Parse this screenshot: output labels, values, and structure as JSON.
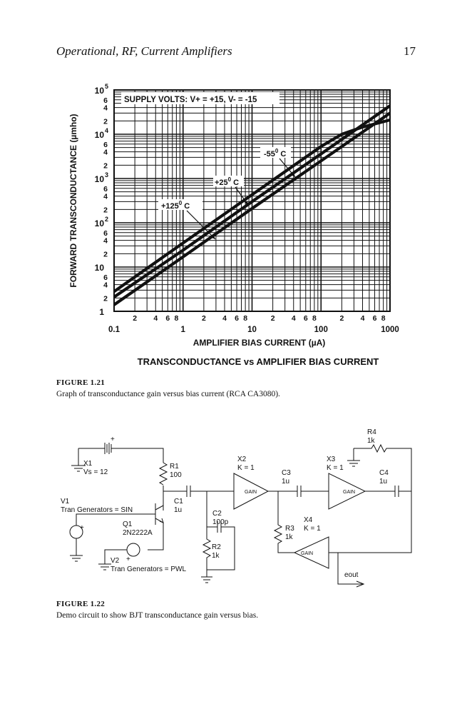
{
  "header": {
    "running_title": "Operational, RF, Current Amplifiers",
    "page_number": "17"
  },
  "figure1": {
    "label": "FIGURE 1.21",
    "caption": "Graph of transconductance gain versus bias current (RCA CA3080).",
    "chart_data": {
      "type": "line",
      "title": "TRANSCONDUCTANCE vs AMPLIFIER BIAS CURRENT",
      "subtitle": "SUPPLY VOLTS: V+ = +15, V- = -15",
      "xlabel": "AMPLIFIER BIAS CURRENT (µA)",
      "ylabel": "FORWARD TRANSCONDUCTANCE (µmho)",
      "xscale": "log",
      "yscale": "log",
      "xlim": [
        0.1,
        1000
      ],
      "ylim": [
        1,
        100000
      ],
      "grid": true,
      "x_major_ticks": [
        "0.1",
        "1",
        "10",
        "100",
        "1000"
      ],
      "x_minor_ticks": [
        "2",
        "4",
        "6",
        "8"
      ],
      "y_major_ticks": [
        {
          "base": "1",
          "exp": ""
        },
        {
          "base": "10",
          "exp": ""
        },
        {
          "base": "10",
          "exp": "2"
        },
        {
          "base": "10",
          "exp": "3"
        },
        {
          "base": "10",
          "exp": "4"
        },
        {
          "base": "10",
          "exp": "5"
        }
      ],
      "y_minor_ticks": [
        "2",
        "4",
        "6"
      ],
      "series": [
        {
          "name": "-55° C",
          "label_base": "-55",
          "x": [
            0.1,
            1,
            10,
            100,
            200,
            400,
            1000
          ],
          "y": [
            2.8,
            35,
            430,
            5300,
            10000,
            14500,
            21000
          ]
        },
        {
          "name": "+25° C",
          "label_base": "+25",
          "x": [
            0.1,
            1,
            10,
            100,
            1000
          ],
          "y": [
            2.1,
            24,
            300,
            3600,
            44000
          ]
        },
        {
          "name": "+125° C",
          "label_base": "+125",
          "x": [
            0.1,
            1,
            10,
            100,
            1000
          ],
          "y": [
            1.4,
            17,
            210,
            2500,
            30000
          ]
        }
      ],
      "annotations": [
        {
          "base": "-55",
          "exp": "0",
          "unit": " C"
        },
        {
          "base": "+25",
          "exp": "0",
          "unit": " C"
        },
        {
          "base": "+125",
          "exp": "0",
          "unit": " C"
        }
      ]
    }
  },
  "figure2": {
    "label": "FIGURE 1.22",
    "caption": "Demo circuit to show BJT transconductance gain versus bias.",
    "components": {
      "X1": {
        "name": "X1",
        "value": "Vs = 12"
      },
      "R1": {
        "name": "R1",
        "value": "100"
      },
      "C1": {
        "name": "C1",
        "value": "1u"
      },
      "V1": {
        "name": "V1",
        "value": "Tran Generators = SIN"
      },
      "Q1": {
        "name": "Q1",
        "value": "2N2222A"
      },
      "V2": {
        "name": "V2",
        "value": "Tran Generators = PWL"
      },
      "C2": {
        "name": "C2",
        "value": "100p"
      },
      "R2": {
        "name": "R2",
        "value": "1k"
      },
      "X2": {
        "name": "X2",
        "value": "K = 1",
        "block": "GAIN"
      },
      "C3": {
        "name": "C3",
        "value": "1u"
      },
      "R3": {
        "name": "R3",
        "value": "1k"
      },
      "X4": {
        "name": "X4",
        "value": "K = 1",
        "block": "GAIN"
      },
      "X3": {
        "name": "X3",
        "value": "K = 1",
        "block": "GAIN"
      },
      "R4": {
        "name": "R4",
        "value": "1k"
      },
      "C4": {
        "name": "C4",
        "value": "1u"
      }
    },
    "output_label": "eout"
  }
}
